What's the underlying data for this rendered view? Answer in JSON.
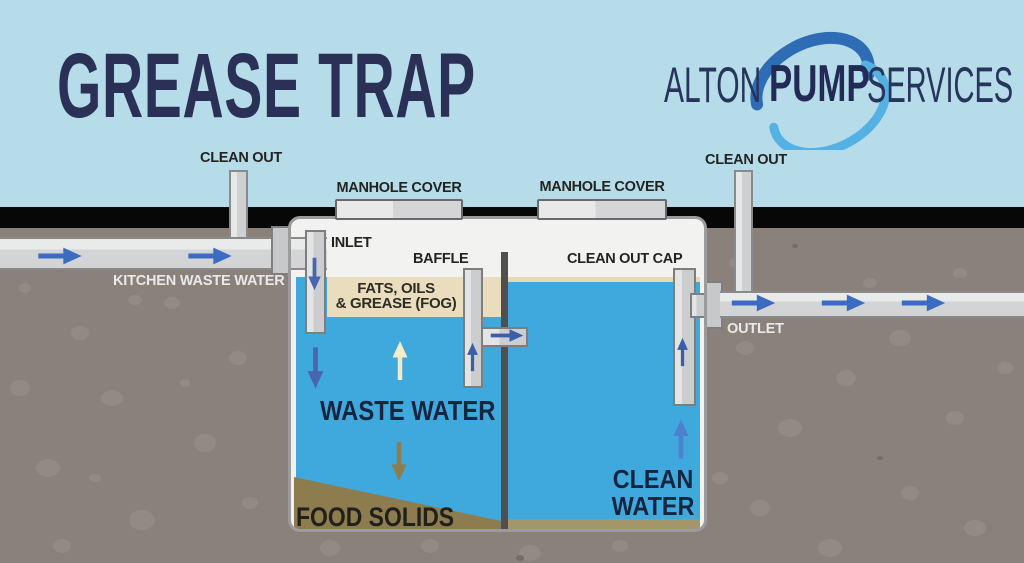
{
  "title": "GREASE TRAP",
  "logo": {
    "word1": "ALTON",
    "word2": "PUMP",
    "word3": "SERVICES"
  },
  "surface": {
    "clean_out_left": "CLEAN OUT",
    "manhole_cover_1": "MANHOLE COVER",
    "manhole_cover_2": "MANHOLE COVER",
    "clean_out_right": "CLEAN OUT"
  },
  "pipes": {
    "kitchen_label": "KITCHEN WASTE WATER",
    "outlet_label": "OUTLET"
  },
  "tank": {
    "inlet": "INLET",
    "baffle": "BAFFLE",
    "clean_out_cap": "CLEAN OUT CAP",
    "fog_line1": "FATS, OILS",
    "fog_line2": "& GREASE (FOG)",
    "waste_water": "WASTE WATER",
    "food_solids": "FOOD SOLIDS",
    "clean_water_line1": "CLEAN",
    "clean_water_line2": "WATER"
  },
  "colors": {
    "sky": "#b5dce8",
    "ground": "#8a817a",
    "rock": "#958c85",
    "black_strip": "#070707",
    "tank_air": "#f2f2f0",
    "water": "#3fa9de",
    "fog_band": "#e9ddbd",
    "food_solids": "#8d7c4e",
    "sediment": "#a3966b",
    "divider": "#4f4f4f",
    "navy_text": "#15243f",
    "title_navy": "#2b3156",
    "arrow_blue": "#3b6cc1",
    "arrow_blue_dark": "#4766ad",
    "arrow_blue_light": "#4d80cd",
    "arrow_cream": "#f2ecca",
    "arrow_brown": "#8d7c4e",
    "pipe_gray": "#d3d4d5",
    "logo_light_blue": "#55b1e3",
    "logo_dark_blue": "#2e6db6"
  }
}
